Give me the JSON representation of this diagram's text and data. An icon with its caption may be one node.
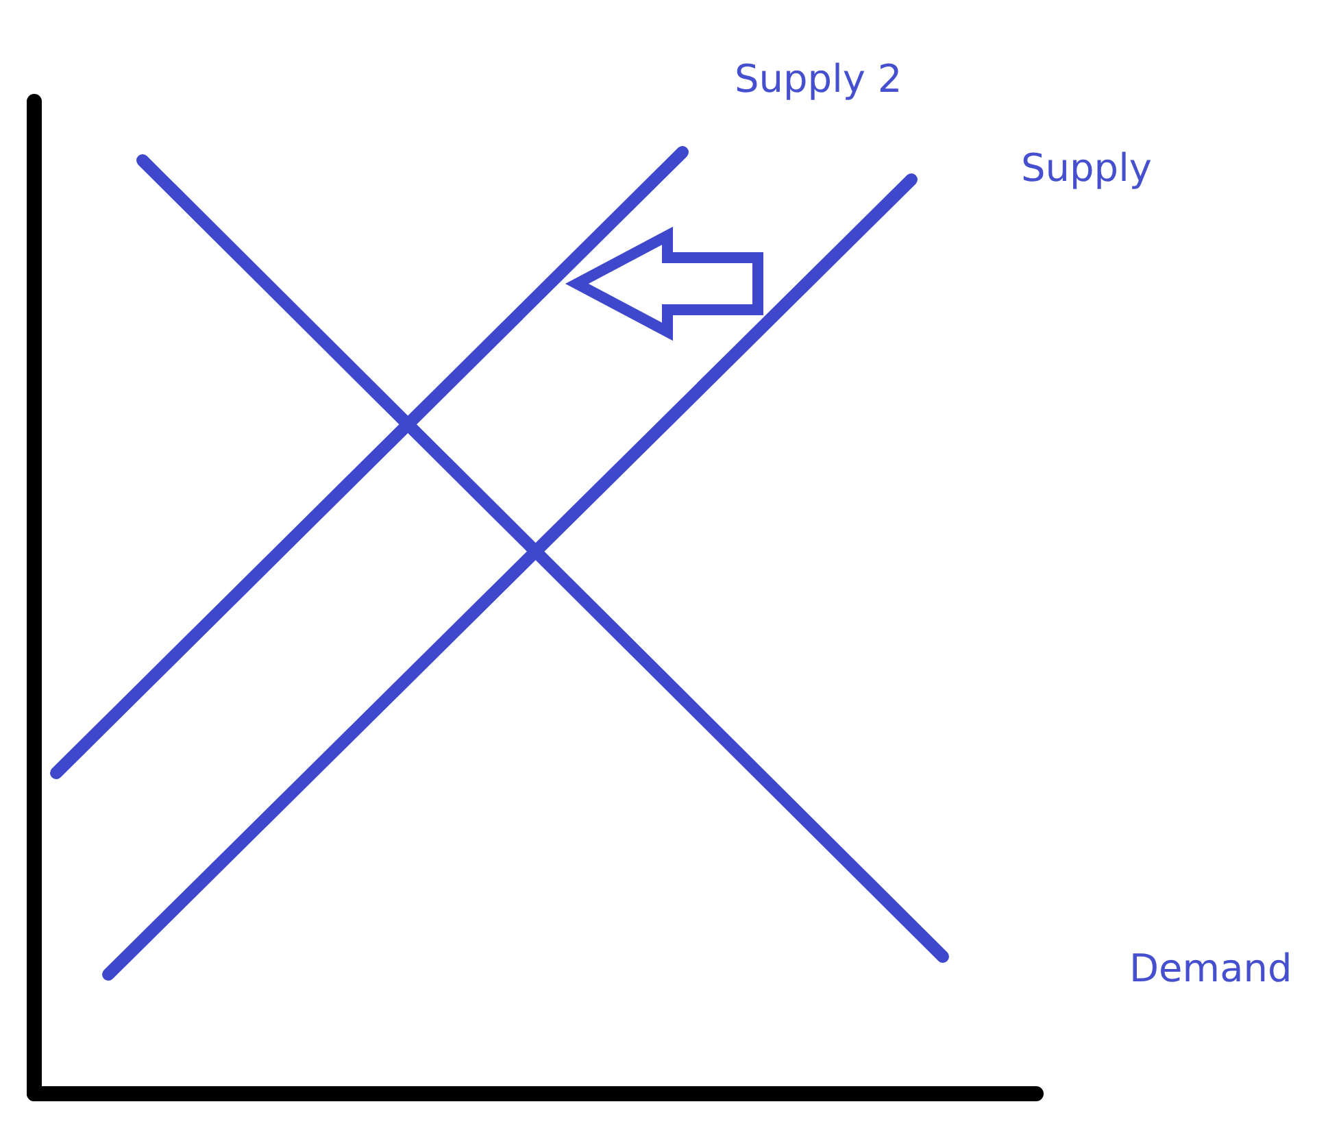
{
  "diagram": {
    "labels": [
      "Supply 2",
      "Supply",
      "Demand"
    ]
  }
}
